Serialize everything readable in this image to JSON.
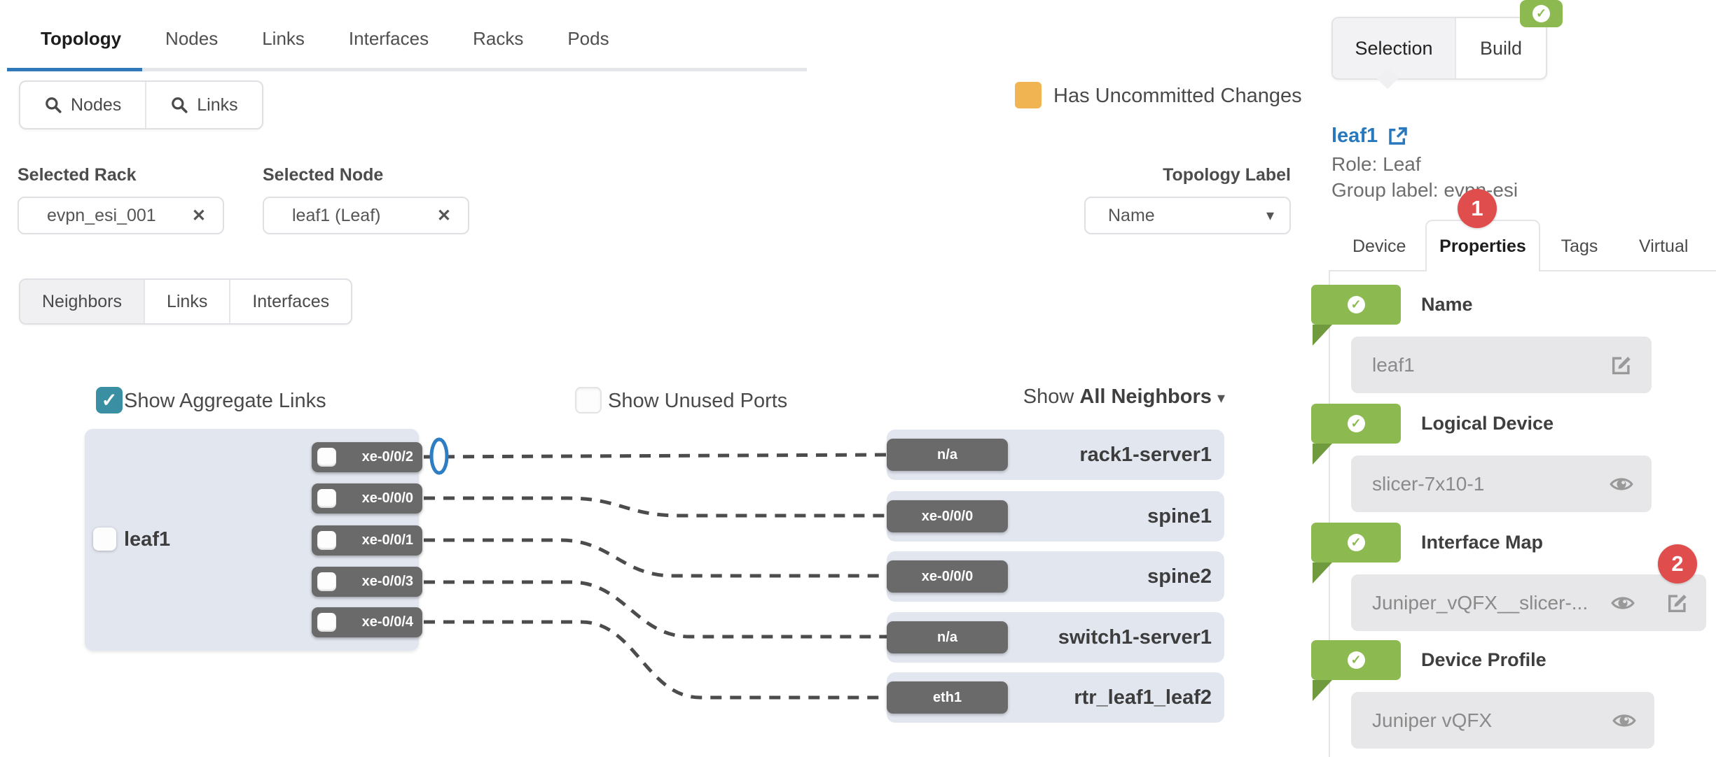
{
  "colors": {
    "accent_blue": "#2878be",
    "tab_blue": "#3178b8",
    "teal": "#3a8fa2",
    "orange": "#f0b452",
    "green": "#8cba51",
    "green_dark": "#6f9a3d",
    "red": "#e04d4d",
    "badge_gray": "#6a6a6a",
    "node_bg": "#e2e6ef",
    "field_bg": "#e7e7e9"
  },
  "icons": {
    "close": "✕",
    "caret_down": "▾",
    "check": "✓"
  },
  "header": {
    "tabs": [
      {
        "label": "Topology"
      },
      {
        "label": "Nodes"
      },
      {
        "label": "Links"
      },
      {
        "label": "Interfaces"
      },
      {
        "label": "Racks"
      },
      {
        "label": "Pods"
      }
    ],
    "search_buttons": [
      {
        "label": "Nodes"
      },
      {
        "label": "Links"
      }
    ]
  },
  "filters": {
    "rack": {
      "label": "Selected Rack",
      "value": "evpn_esi_001"
    },
    "node": {
      "label": "Selected Node",
      "value": "leaf1 (Leaf)"
    },
    "topology_label": {
      "label": "Topology Label",
      "value": "Name"
    }
  },
  "legend": {
    "uncommitted": "Has Uncommitted Changes"
  },
  "view_tabs": [
    {
      "label": "Neighbors"
    },
    {
      "label": "Links"
    },
    {
      "label": "Interfaces"
    }
  ],
  "toggles": {
    "aggregate": {
      "label": "Show Aggregate Links",
      "checked": true
    },
    "unused": {
      "label": "Show Unused Ports",
      "checked": false
    },
    "neighbors_filter": {
      "prefix": "Show",
      "value": "All Neighbors"
    }
  },
  "diagram": {
    "node": {
      "name": "leaf1"
    },
    "ports": [
      {
        "label": "xe-0/0/2"
      },
      {
        "label": "xe-0/0/0"
      },
      {
        "label": "xe-0/0/1"
      },
      {
        "label": "xe-0/0/3"
      },
      {
        "label": "xe-0/0/4"
      }
    ],
    "neighbors": [
      {
        "port": "n/a",
        "name": "rack1-server1"
      },
      {
        "port": "xe-0/0/0",
        "name": "spine1"
      },
      {
        "port": "xe-0/0/0",
        "name": "spine2"
      },
      {
        "port": "n/a",
        "name": "switch1-server1"
      },
      {
        "port": "eth1",
        "name": "rtr_leaf1_leaf2"
      }
    ]
  },
  "panel": {
    "tabs": {
      "selection": "Selection",
      "build": "Build"
    },
    "node_link": "leaf1",
    "role": "Role: Leaf",
    "group_label": "Group label: evpn-esi",
    "badge_properties": "1",
    "badge_interface_map": "2",
    "detail_tabs": [
      {
        "label": "Device"
      },
      {
        "label": "Properties"
      },
      {
        "label": "Tags"
      },
      {
        "label": "Virtual"
      }
    ],
    "properties": [
      {
        "label": "Name",
        "value": "leaf1"
      },
      {
        "label": "Logical Device",
        "value": "slicer-7x10-1"
      },
      {
        "label": "Interface Map",
        "value": "Juniper_vQFX__slicer-..."
      },
      {
        "label": "Device Profile",
        "value": "Juniper vQFX"
      }
    ]
  }
}
